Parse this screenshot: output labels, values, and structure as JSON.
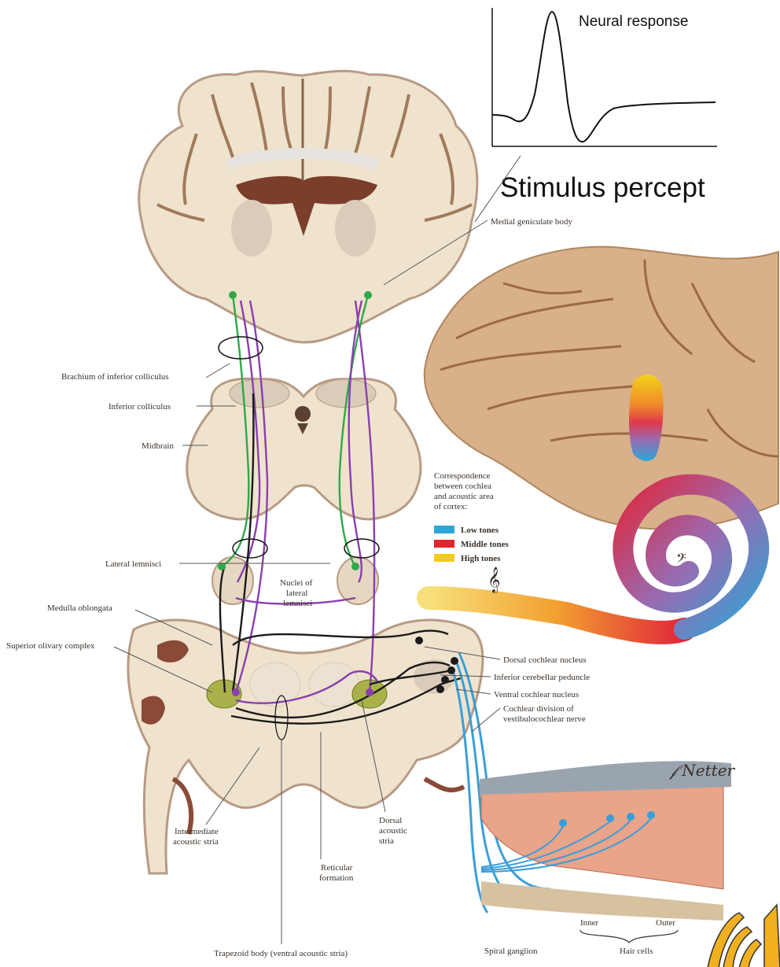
{
  "inset_graph": {
    "title": "Neural response",
    "caption": "Stimulus percept"
  },
  "labels": {
    "medial_geniculate_body": "Medial geniculate body",
    "brachium_inferior_colliculus": "Brachium of inferior colliculus",
    "inferior_colliculus": "Inferior colliculus",
    "midbrain": "Midbrain",
    "lateral_lemnisci": "Lateral lemnisci",
    "nuclei_lateral_lemnisci": [
      "Nuclei of",
      "lateral",
      "lemnisci"
    ],
    "medulla_oblongata": "Medulla oblongata",
    "superior_olivary_complex": "Superior olivary complex",
    "dorsal_cochlear_nucleus": "Dorsal cochlear nucleus",
    "inferior_cerebellar_peduncle": "Inferior cerebellar peduncle",
    "ventral_cochlear_nucleus": "Ventral cochlear nucleus",
    "cochlear_division": [
      "Cochlear division of",
      "vestibulocochlear nerve"
    ],
    "intermediate_acoustic_stria": [
      "Intermediate",
      "acoustic stria"
    ],
    "reticular_formation": [
      "Reticular",
      "formation"
    ],
    "dorsal_acoustic_stria": [
      "Dorsal",
      "acoustic",
      "stria"
    ],
    "trapezoid_body": "Trapezoid body (ventral acoustic stria)",
    "spiral_ganglion": "Spiral ganglion",
    "inner": "Inner",
    "outer": "Outer",
    "hair_cells": "Hair cells",
    "signature": "F. Netter"
  },
  "legend": {
    "heading": [
      "Correspondence",
      "between cochlea",
      "and acoustic area",
      "of cortex:"
    ],
    "items": [
      {
        "label": "Low tones",
        "color": "#2aa7d8"
      },
      {
        "label": "Middle tones",
        "color": "#e0262b"
      },
      {
        "label": "High tones",
        "color": "#f2cc1a"
      }
    ]
  },
  "colors": {
    "tissue": "#efe3cd",
    "tissue_dark": "#b89a84",
    "pathway_green": "#2fa84a",
    "pathway_purple": "#8a3fb0",
    "pathway_black": "#1a1a1a",
    "nerve_blue": "#3a9ed8"
  }
}
